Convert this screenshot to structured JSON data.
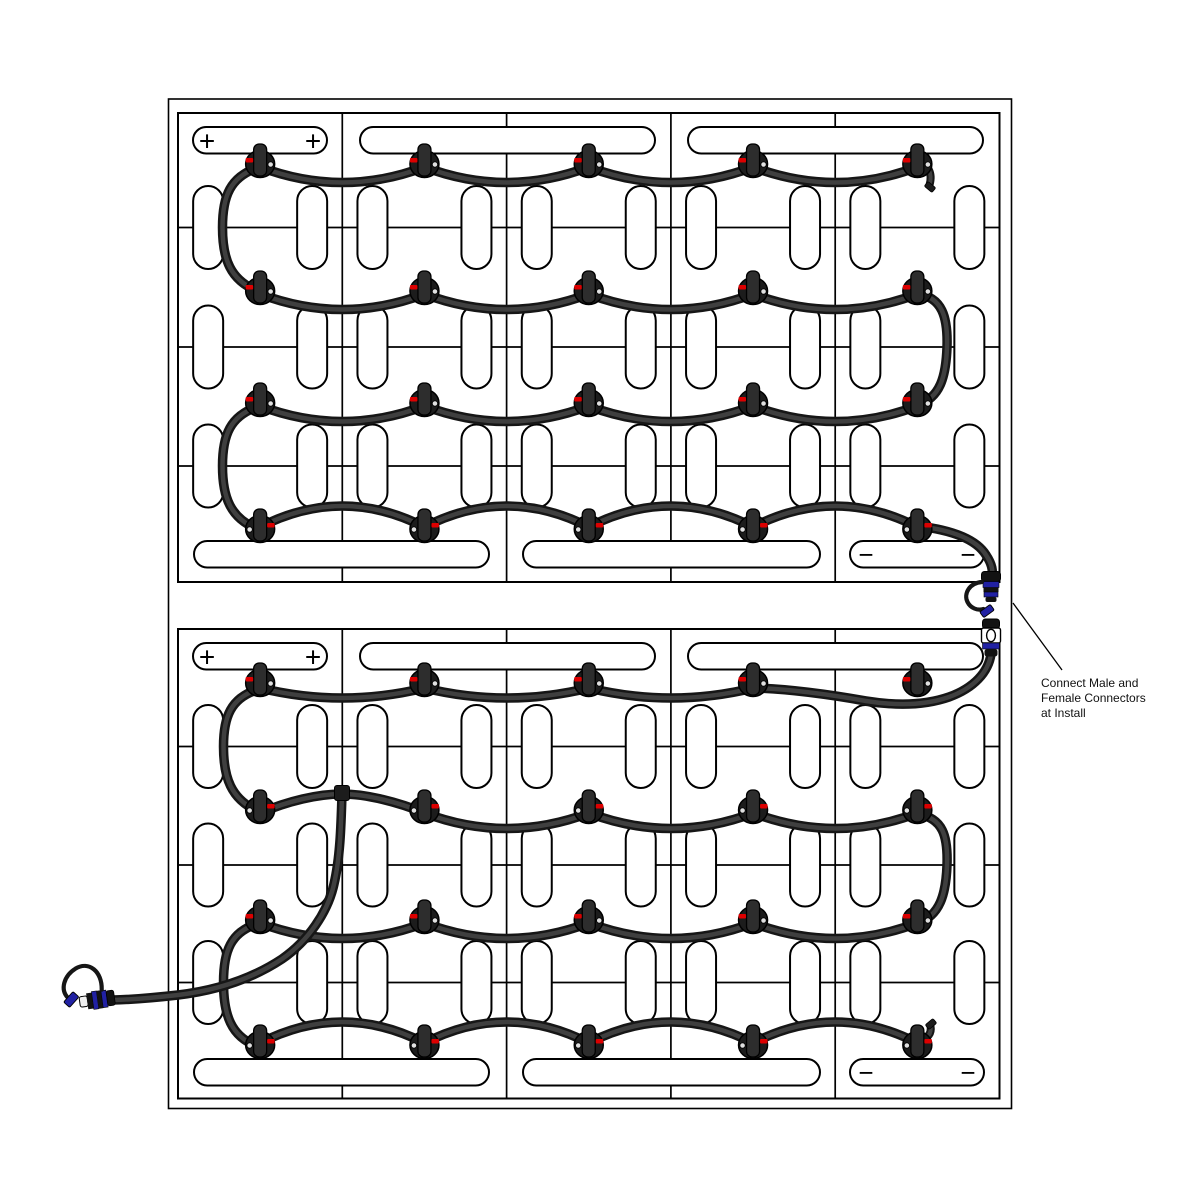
{
  "annotation": {
    "lines": [
      "Connect Male and",
      "Female Connectors",
      "at Install"
    ]
  },
  "labels": {
    "positive": "+",
    "negative": "−"
  },
  "trays": [
    {
      "name": "upper battery tray",
      "battery_columns": 5,
      "terminal_rows": 4,
      "top_left_polarity": "+",
      "bottom_right_polarity": "−"
    },
    {
      "name": "lower battery tray",
      "battery_columns": 5,
      "terminal_rows": 4,
      "top_left_polarity": "+",
      "bottom_right_polarity": "−"
    }
  ],
  "connectors": {
    "male": "male-connector",
    "female": "female-connector",
    "external_pigtail": "external-connector"
  },
  "colors": {
    "background": "#ffffff",
    "outline": "#000000",
    "cable_outer": "#161616",
    "cable_inner": "#3f3f3f",
    "post_fill": "#1c1c1c",
    "post_cap": "#2d2d2d",
    "connector_blue": "#2121a3",
    "marker_red": "#dd0000",
    "bolt_gray": "#e0e0e0",
    "fill_white": "#ffffff"
  }
}
